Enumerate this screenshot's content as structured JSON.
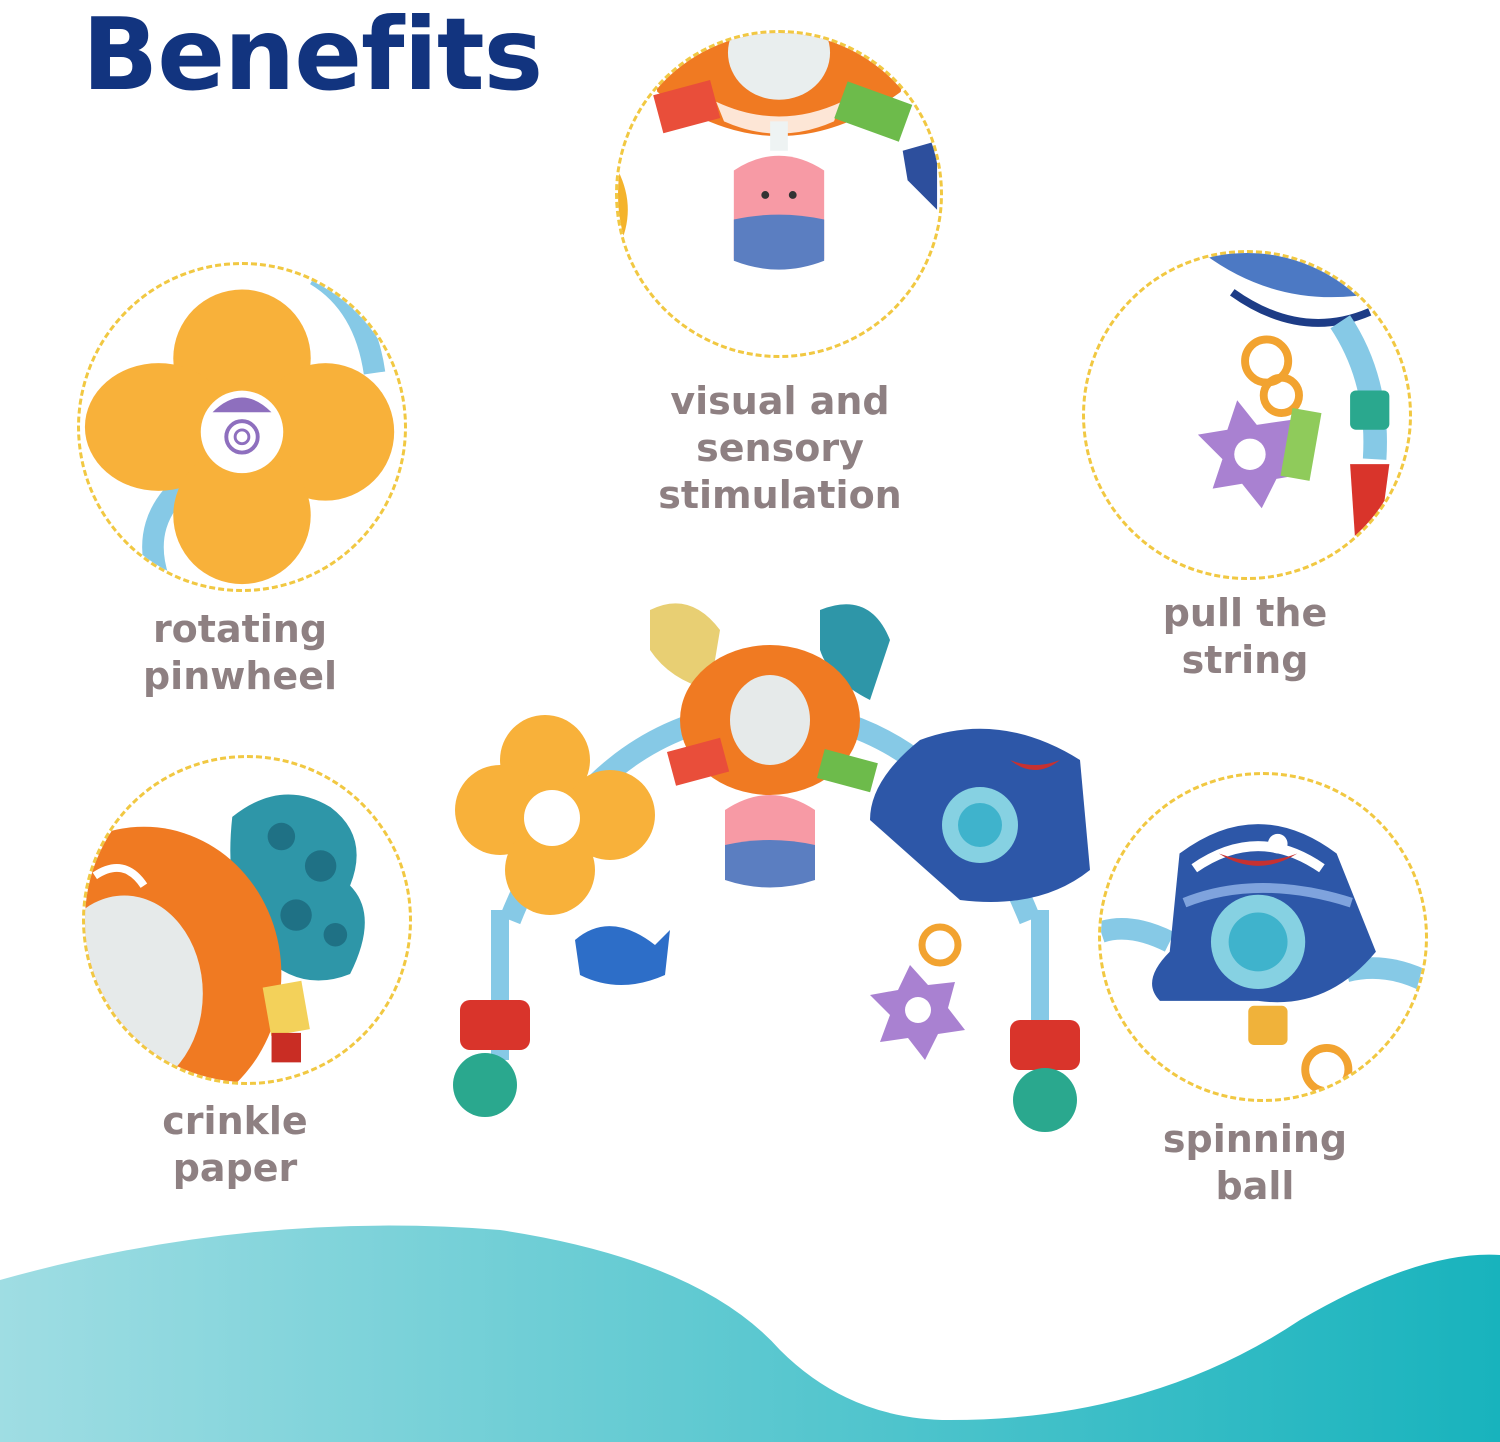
{
  "title": "Benefits",
  "features": {
    "visual": {
      "line1": "visual and",
      "line2": "sensory",
      "line3": "stimulation",
      "icon": "crab-mirror-jellyfish-icon"
    },
    "pinwheel": {
      "line1": "rotating",
      "line2": "pinwheel",
      "icon": "pinwheel-icon"
    },
    "string": {
      "line1": "pull the",
      "line2": "string",
      "icon": "star-teether-icon"
    },
    "crinkle": {
      "line1": "crinkle",
      "line2": "paper",
      "icon": "crab-claw-icon"
    },
    "ball": {
      "line1": "spinning",
      "line2": "ball",
      "icon": "shark-ball-icon"
    }
  },
  "colors": {
    "title": "#12347f",
    "label": "#8e8082",
    "dashed_border": "#f1c842",
    "wave_light": "#9fdde3",
    "wave_dark": "#18b3bd"
  }
}
